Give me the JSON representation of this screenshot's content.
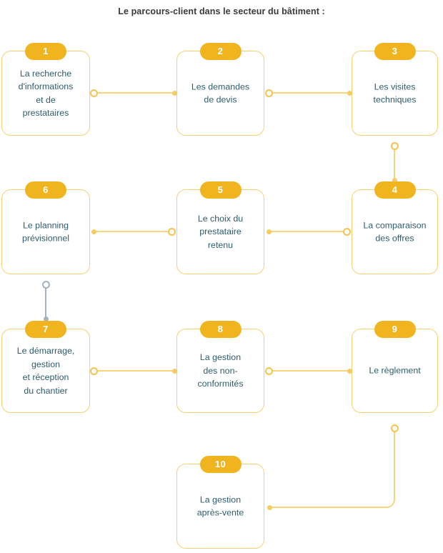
{
  "title": "Le parcours-client dans le secteur du bâtiment :",
  "theme": {
    "badge_color": "#F0B41E",
    "box_border_color": "#F7D172",
    "connector_color": "#F8D47C",
    "connector_alt_color": "#A3B4C0",
    "text_color": "#2E5C6C",
    "title_color": "#3A3A3C",
    "background": "#FFFFFF"
  },
  "steps": [
    {
      "number": "1",
      "label": "La recherche\nd'informations\net de\nprestataires"
    },
    {
      "number": "2",
      "label": "Les demandes\nde devis"
    },
    {
      "number": "3",
      "label": "Les visites\ntechniques"
    },
    {
      "number": "4",
      "label": "La comparaison\ndes offres"
    },
    {
      "number": "5",
      "label": "Le choix du\nprestataire\nretenu"
    },
    {
      "number": "6",
      "label": "Le planning\nprévisionnel"
    },
    {
      "number": "7",
      "label": "Le démarrage,\ngestion\net réception\ndu chantier"
    },
    {
      "number": "8",
      "label": "La gestion\ndes non-\nconformités"
    },
    {
      "number": "9",
      "label": "Le règlement"
    },
    {
      "number": "10",
      "label": "La gestion\naprès-vente"
    }
  ],
  "connections": [
    {
      "from": "1",
      "to": "2",
      "direction": "right"
    },
    {
      "from": "2",
      "to": "3",
      "direction": "right"
    },
    {
      "from": "3",
      "to": "4",
      "direction": "down"
    },
    {
      "from": "4",
      "to": "5",
      "direction": "left"
    },
    {
      "from": "5",
      "to": "6",
      "direction": "left"
    },
    {
      "from": "6",
      "to": "7",
      "direction": "down"
    },
    {
      "from": "7",
      "to": "8",
      "direction": "right"
    },
    {
      "from": "8",
      "to": "9",
      "direction": "right"
    },
    {
      "from": "9",
      "to": "10",
      "direction": "down-left"
    }
  ]
}
